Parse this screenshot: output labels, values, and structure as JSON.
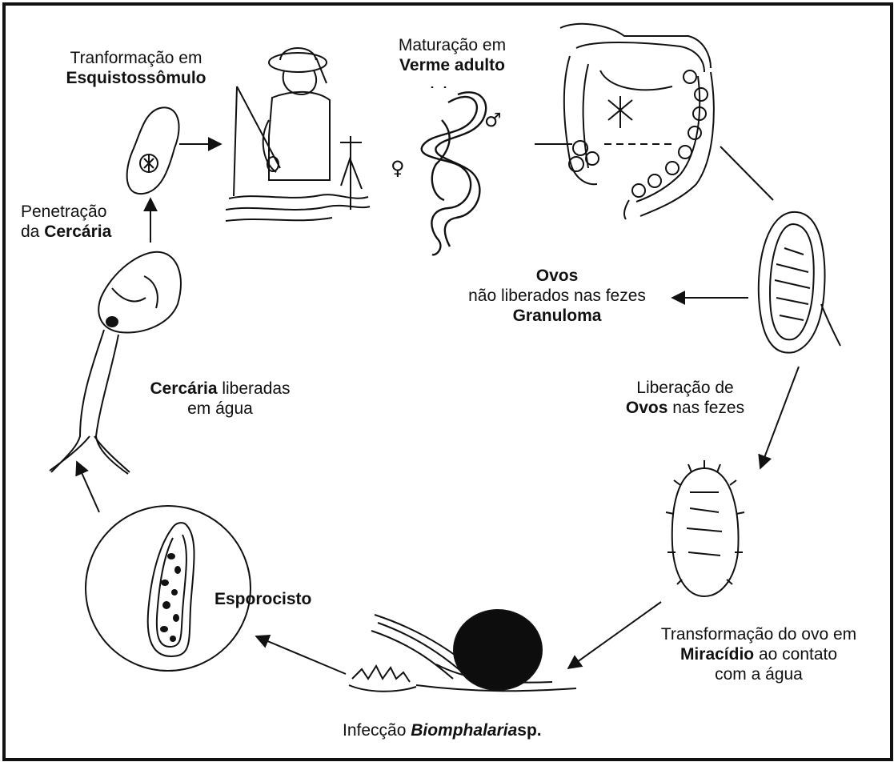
{
  "labels": {
    "schistosomulum": {
      "line1": "Tranformação em",
      "line2": "Esquistossômulo"
    },
    "maturation": {
      "line1": "Maturação em",
      "line2": "Verme adulto"
    },
    "penetration": {
      "line1": "Penetração",
      "line2_prefix": "da ",
      "line2_bold": "Cercária"
    },
    "eggs_retained": {
      "line1": "Ovos",
      "line2": "não liberados nas fezes",
      "line3": "Granuloma"
    },
    "cercaria_released": {
      "line1_bold": "Cercária",
      "line1_rest": " liberadas",
      "line2": "em água"
    },
    "egg_release": {
      "line1": "Liberação de",
      "line2_bold": "Ovos",
      "line2_rest": " nas fezes"
    },
    "sporocyst": "Esporocisto",
    "miracidium": {
      "line1": "Transformação do ovo em",
      "line2_bold": "Miracídio",
      "line2_rest": " ao contato",
      "line3": "com a água"
    },
    "snail_infection": {
      "prefix": "Infecção ",
      "bold_italic": "Biomphalaria",
      "suffix": "sp."
    }
  },
  "symbols": {
    "male": "♂",
    "female": "♀"
  },
  "colors": {
    "ink": "#111111",
    "background": "#ffffff",
    "snail_shell": "#0d0d0d"
  }
}
